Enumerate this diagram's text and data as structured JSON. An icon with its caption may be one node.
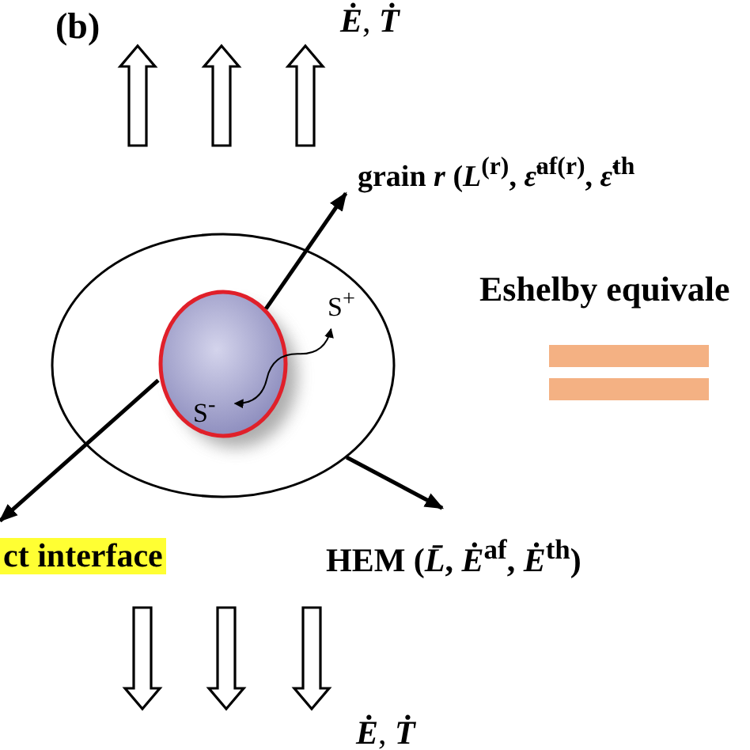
{
  "diagram": {
    "nodes": [
      {
        "text": [],
        "shape": "ellipse"
      },
      {
        "text": [],
        "shape": "circle",
        "in": 0
      },
      {
        "text": [
          "S$^{+}$"
        ],
        "in": 0
      },
      {
        "text": [
          "S$^{-}$"
        ],
        "in": 1
      },
      {
        "text": [
          "grain *r* (*L*$^{(r)}$, *ε̇*$^{af(r)}$, *ε̇*$^{th}$"
        ]
      },
      {
        "text": [
          "HEM (*L̄*, *Ė*$^{af}$, *Ė*$^{th}$)"
        ]
      },
      {
        "text": [
          "ct interface"
        ]
      },
      {
        "text": [
          "Eshelby equivale"
        ]
      }
    ],
    "edges": [
      {
        "from": 1,
        "to": 4,
        "arrow": "to"
      },
      {
        "from": 0,
        "to": 5,
        "arrow": "to"
      },
      {
        "from": 1,
        "to": 6,
        "arrow": "to"
      },
      {
        "from": 3,
        "to": 2,
        "arrow": "both"
      }
    ],
    "labels": [
      "(b)",
      "*Ė*, *Ṫ*",
      "*Ė*, *Ṫ*"
    ]
  }
}
